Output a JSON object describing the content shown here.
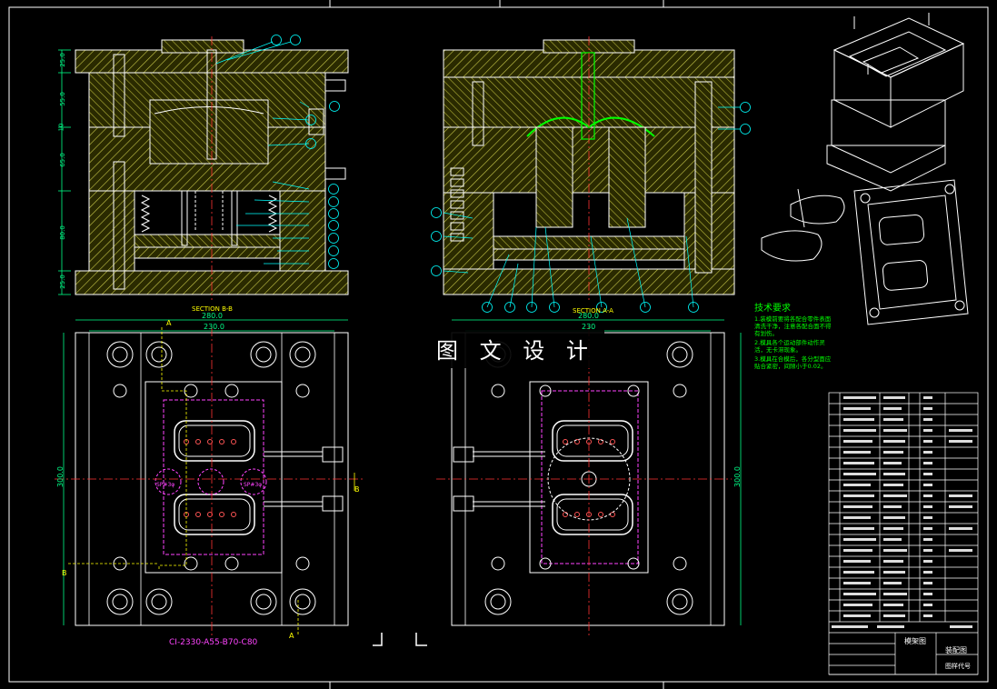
{
  "watermark": "图 文 设 计",
  "sections": {
    "left_label": "SECTION B-B",
    "right_label": "SECTION A-A"
  },
  "dimensions": {
    "left_top_width": "280.0",
    "left_inner_width": "230.0",
    "right_top_width": "280.0",
    "right_inner_width": "230",
    "left_height": "300.0",
    "right_height": "300.0",
    "vertical_stack": [
      "25.0",
      "55.0",
      "10",
      "65.0",
      "80.0",
      "25.0"
    ]
  },
  "part_code": "CI-2330-A55-B70-C80",
  "section_markers": {
    "a": "A",
    "b": "B"
  },
  "spray_labels": [
    "SP#3φ",
    "SP#3φ"
  ],
  "tech_req": {
    "title": "技术要求",
    "lines": [
      "1.装模前要将各配合零件表面清洗干净，注意各配合面不得有划伤。",
      "2.模具各个运动部件动作灵活，无卡滞现象。",
      "3.模具在合模后，各分型面应贴合紧密，间隙小于0.02。"
    ]
  },
  "title_block": {
    "row_count": 22,
    "drawing_name": "模架图",
    "school": "装配图",
    "code_label": "图样代号"
  },
  "colors": {
    "background": "#000000",
    "outline": "#ffffff",
    "hatch": "#b5b53a",
    "dimension": "#00ff88",
    "centerline": "#ff3333",
    "callout": "#00ffff",
    "leader": "#ffff00",
    "hidden": "#ff44ff",
    "cooling": "#ff66ff"
  }
}
